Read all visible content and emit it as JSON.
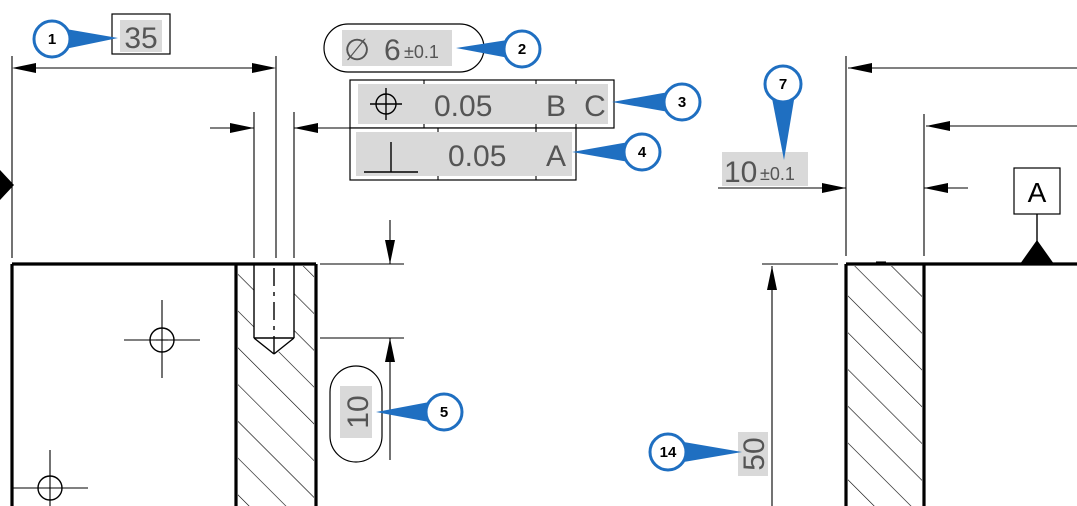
{
  "colors": {
    "balloon": "#1f6fc1",
    "highlight": "#d9d9d9",
    "line": "#000000",
    "dimension_text": "#555555"
  },
  "dimensions": {
    "d35": "35",
    "hole_symbol": "∅",
    "hole_nominal": "6",
    "hole_tol": "±0.1",
    "d10_depth": "10",
    "d10_width_nominal": "10",
    "d10_width_tol": "±0.1",
    "d50": "50"
  },
  "fcf_position": {
    "symbol": "position-icon",
    "tolerance": "0.05",
    "datum1": "B",
    "datum2": "C"
  },
  "fcf_perpendicularity": {
    "symbol": "perpendicularity-icon",
    "tolerance": "0.05",
    "datum1": "A"
  },
  "datum_label": "A",
  "balloons": {
    "b1": "1",
    "b2": "2",
    "b3": "3",
    "b4": "4",
    "b5": "5",
    "b7": "7",
    "b14": "14"
  }
}
